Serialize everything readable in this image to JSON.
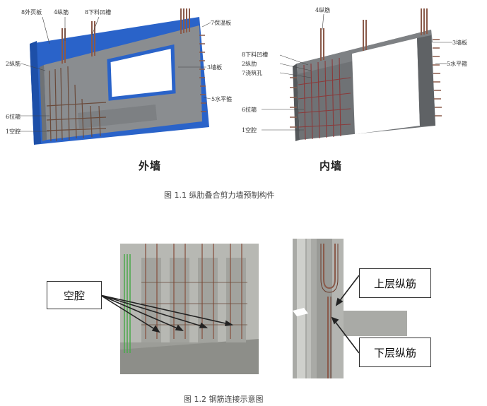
{
  "figure1": {
    "outer": {
      "labels": {
        "l8": "8外页板",
        "l4": "4纵筋",
        "l8b": "8下料凹槽",
        "l7": "7保温板",
        "l2": "2纵筋",
        "l3": "3墙板",
        "l5": "5水平箍",
        "l6": "6拉箍",
        "l1": "1空腔"
      },
      "caption": "外墙"
    },
    "inner": {
      "labels": {
        "l4": "4纵筋",
        "l3": "3墙板",
        "l8": "8下料凹槽",
        "l2": "2纵肋",
        "l5": "5水平箍",
        "l7": "7浇筑孔",
        "l6": "6拉箍",
        "l1": "1空腔"
      },
      "caption": "内墙"
    },
    "caption": "图 1.1  纵肋叠合剪力墙预制构件"
  },
  "figure2": {
    "left": {
      "callout": "空腔"
    },
    "right": {
      "upper": "上层纵筋",
      "lower": "下层纵筋"
    },
    "caption": "图 1.2   钢筋连接示意图"
  },
  "colors": {
    "concrete": "#8a8d90",
    "concrete_dark": "#6f7275",
    "insulation": "#2a63c9",
    "rebar": "#8a5a4a",
    "photo_grey": "#a9aaa6"
  }
}
